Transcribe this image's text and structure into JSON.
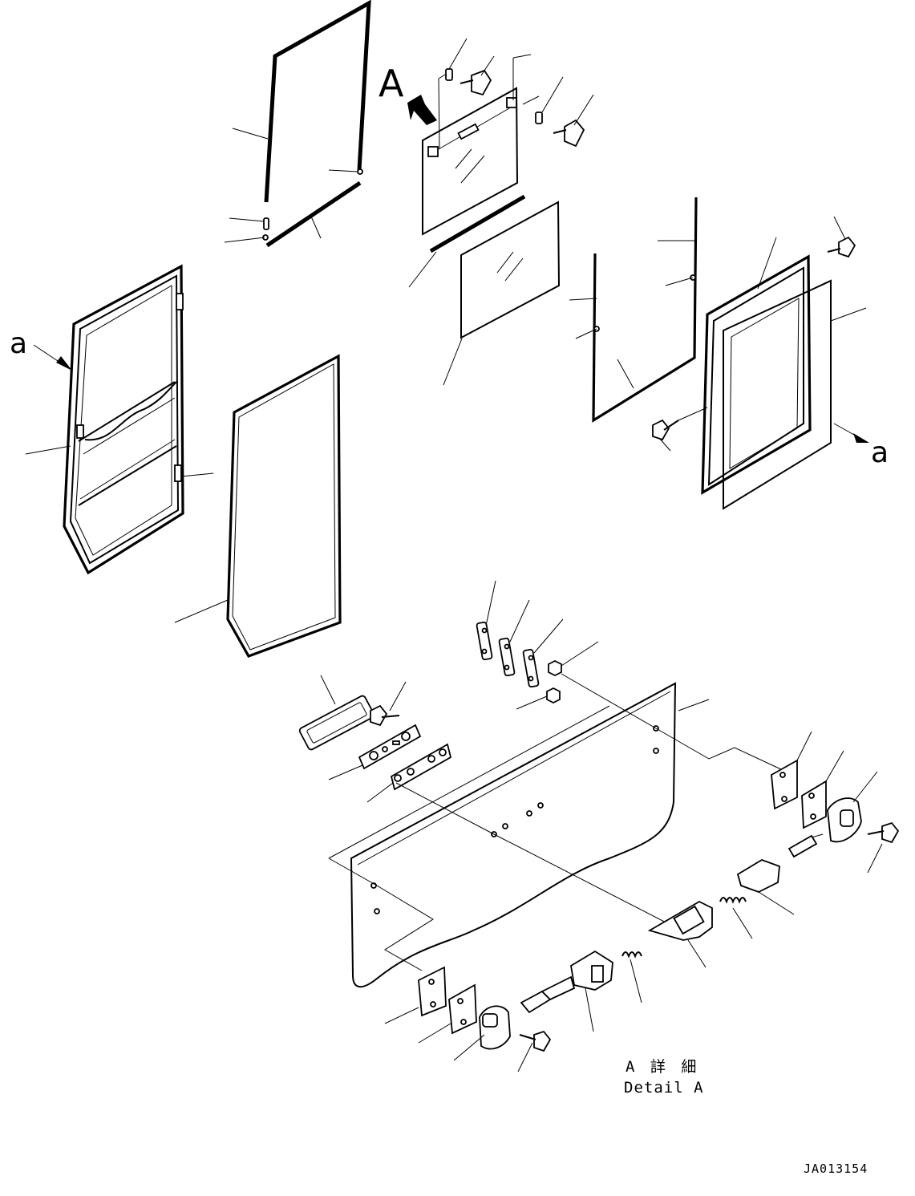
{
  "view_letter": "A",
  "section_marker_start": "a",
  "section_marker_end": "a",
  "detail_caption_jp": "A 詳 細",
  "detail_caption_en": "Detail A",
  "drawing_number": "JA013154"
}
